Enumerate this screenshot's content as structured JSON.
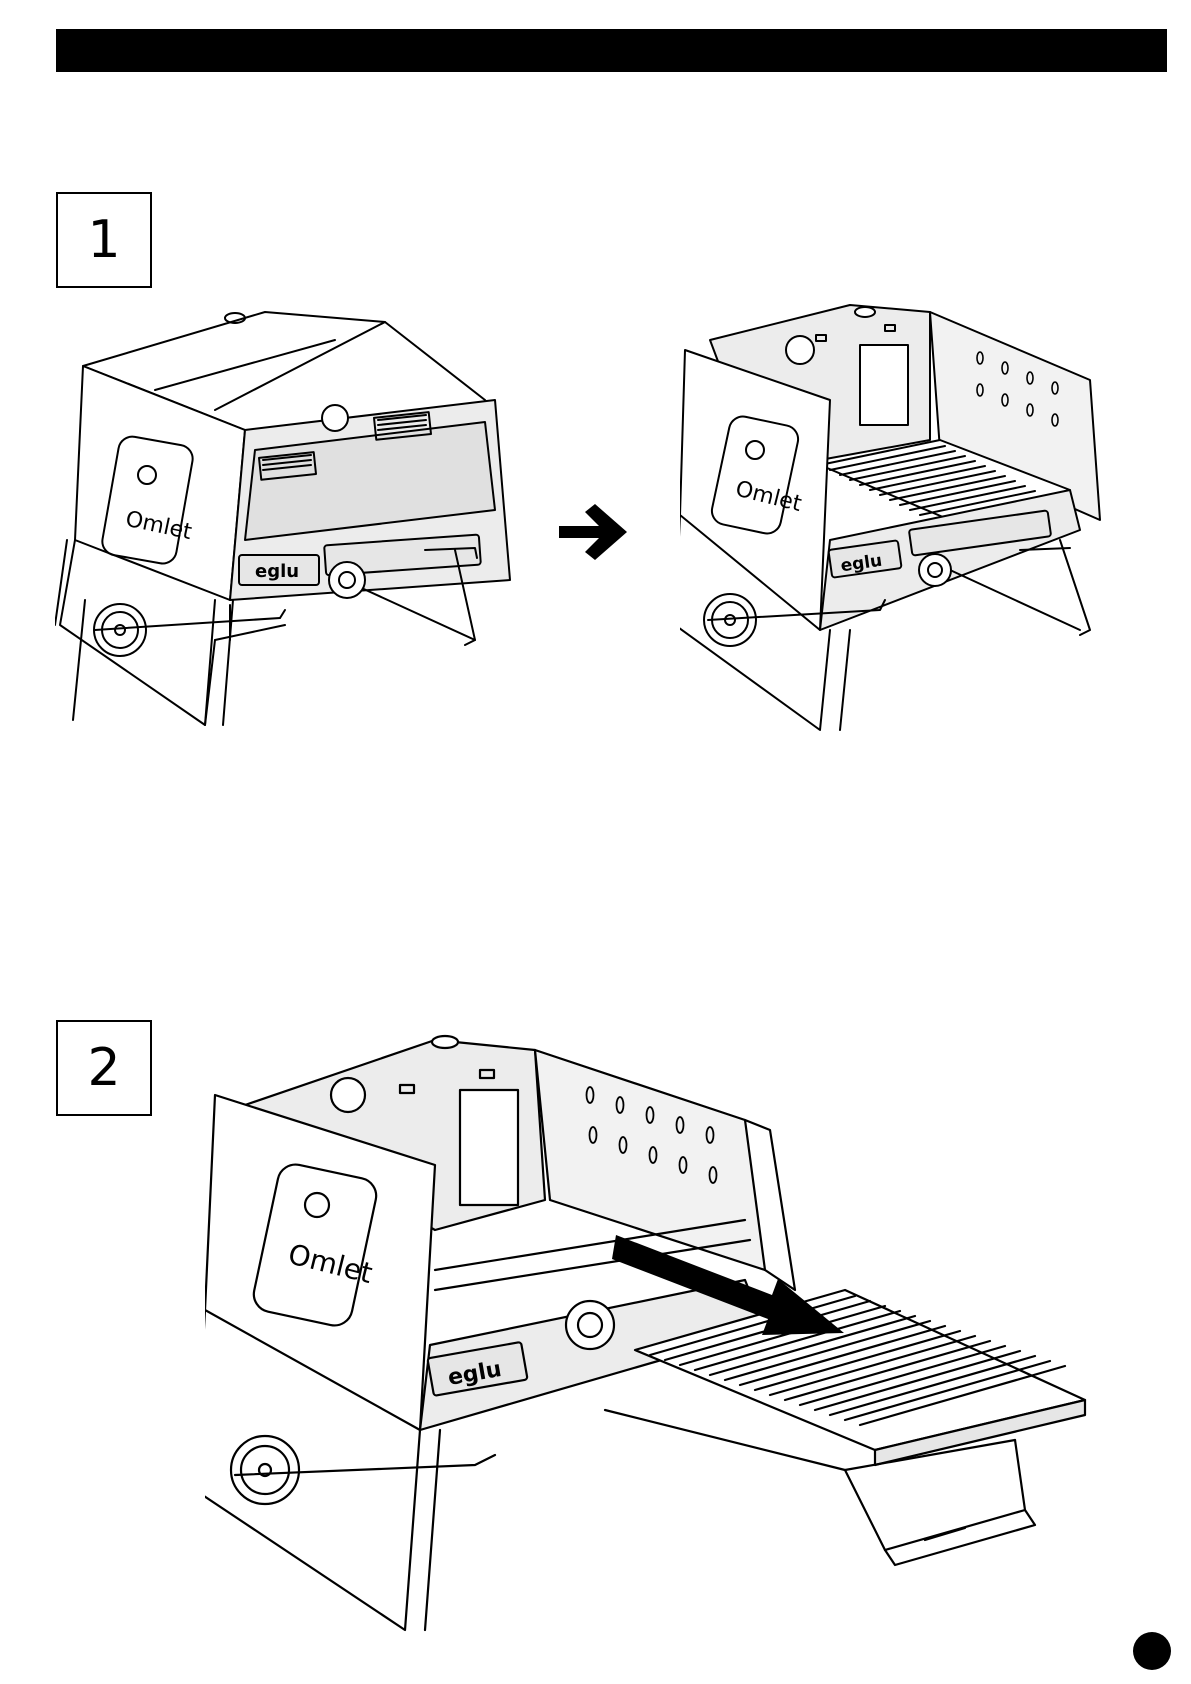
{
  "steps": [
    {
      "number": "1"
    },
    {
      "number": "2"
    }
  ],
  "branding": {
    "brand_script": "Omlet",
    "product_logo": "eglu"
  },
  "icons": {
    "direction_arrow": "arrow-right-icon",
    "pull_arrow": "arrow-diagonal-icon"
  }
}
